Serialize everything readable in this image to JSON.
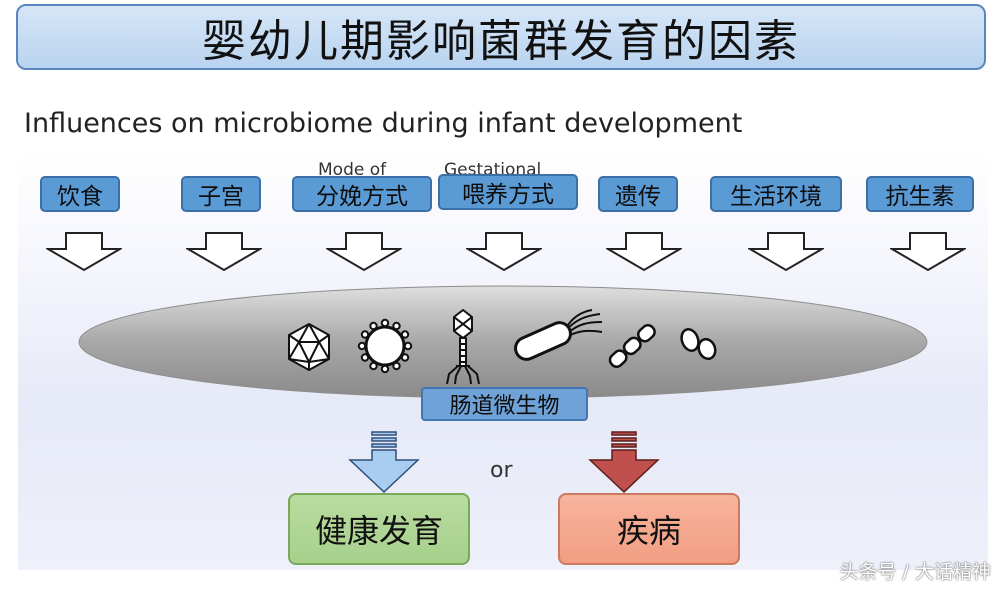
{
  "title": "婴幼儿期影响菌群发育的因素",
  "subtitle": "Influences on microbiome during infant development",
  "ghost_text": {
    "mode_of": "Mode of",
    "gestational": "Gestational"
  },
  "factors": [
    "饮食",
    "子宫",
    "分娩方式",
    "喂养方式",
    "遗传",
    "生活环境",
    "抗生素"
  ],
  "microbes": {
    "label": "肠道微生物",
    "icons": [
      "virus-icon",
      "enveloped-virus-icon",
      "bacteriophage-icon",
      "flagellated-bacterium-icon",
      "chain-bacterium-icon",
      "coccus-pair-icon"
    ]
  },
  "connector": "or",
  "outcomes": {
    "good": "健康发育",
    "bad": "疾病"
  },
  "colors": {
    "factor_box": "#5b9bd5",
    "good": "#a7d08c",
    "bad": "#f29e83",
    "good_arrow": "#a9cdf0",
    "bad_arrow": "#c0504d"
  },
  "watermark": "头条号 / 大话精神"
}
